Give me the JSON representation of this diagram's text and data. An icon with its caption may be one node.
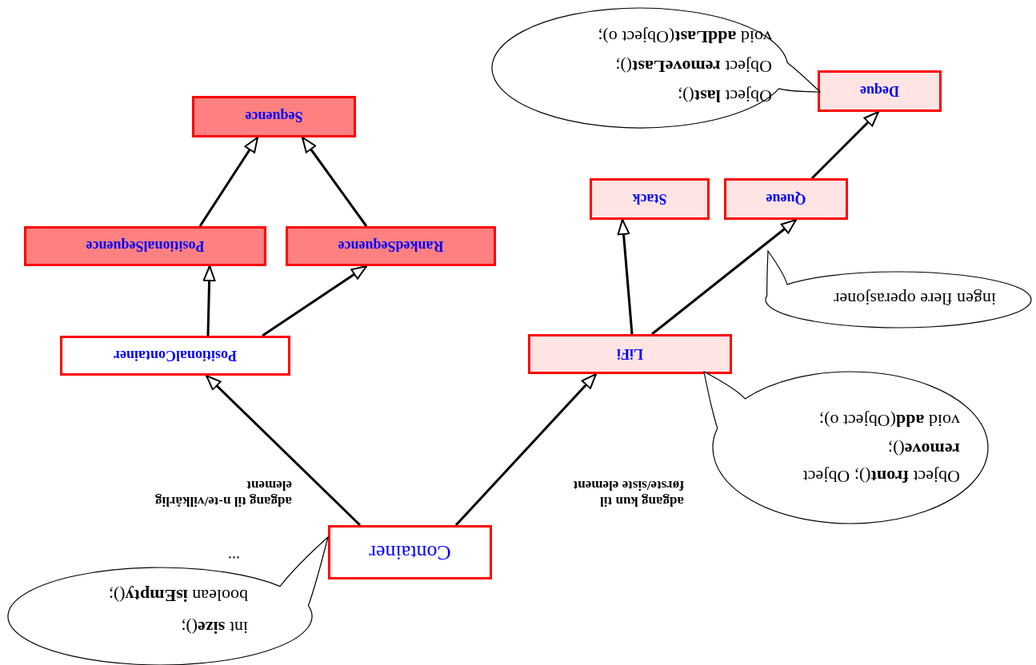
{
  "diagram": {
    "nodes": [
      {
        "text": [
          "Container"
        ]
      },
      {
        "text": [
          "int **size**();",
          "boolean **isEmpty**();"
        ]
      },
      {
        "text": [
          "PositionalContainer"
        ]
      },
      {
        "text": [
          "LiFi"
        ]
      },
      {
        "text": [
          "Object **front**(); Object **remove**();",
          "void **add**(Object o);"
        ]
      },
      {
        "text": [
          "PositionalSequence"
        ]
      },
      {
        "text": [
          "RankedSequence"
        ]
      },
      {
        "text": [
          "Stack"
        ]
      },
      {
        "text": [
          "Queue"
        ]
      },
      {
        "text": [
          "ingen flere operasjoner"
        ]
      },
      {
        "text": [
          "Sequence"
        ]
      },
      {
        "text": [
          "Deque"
        ]
      },
      {
        "text": [
          "Object **last**();",
          "Object **removeLast**();",
          "void **addLast**(Object o);"
        ]
      }
    ],
    "edges": [
      {
        "from": 0,
        "to": 2,
        "arrow": "to",
        "label": "adgang til n-te/vilkårlig element"
      },
      {
        "from": 0,
        "to": 3,
        "arrow": "to",
        "label": "adgang kun til første/siste element"
      },
      {
        "from": 2,
        "to": 5,
        "arrow": "to"
      },
      {
        "from": 2,
        "to": 6,
        "arrow": "to"
      },
      {
        "from": 5,
        "to": 10,
        "arrow": "to"
      },
      {
        "from": 6,
        "to": 10,
        "arrow": "to"
      },
      {
        "from": 3,
        "to": 7,
        "arrow": "to"
      },
      {
        "from": 3,
        "to": 8,
        "arrow": "to"
      },
      {
        "from": 8,
        "to": 11,
        "arrow": "to"
      }
    ],
    "labels": [
      "..."
    ]
  }
}
